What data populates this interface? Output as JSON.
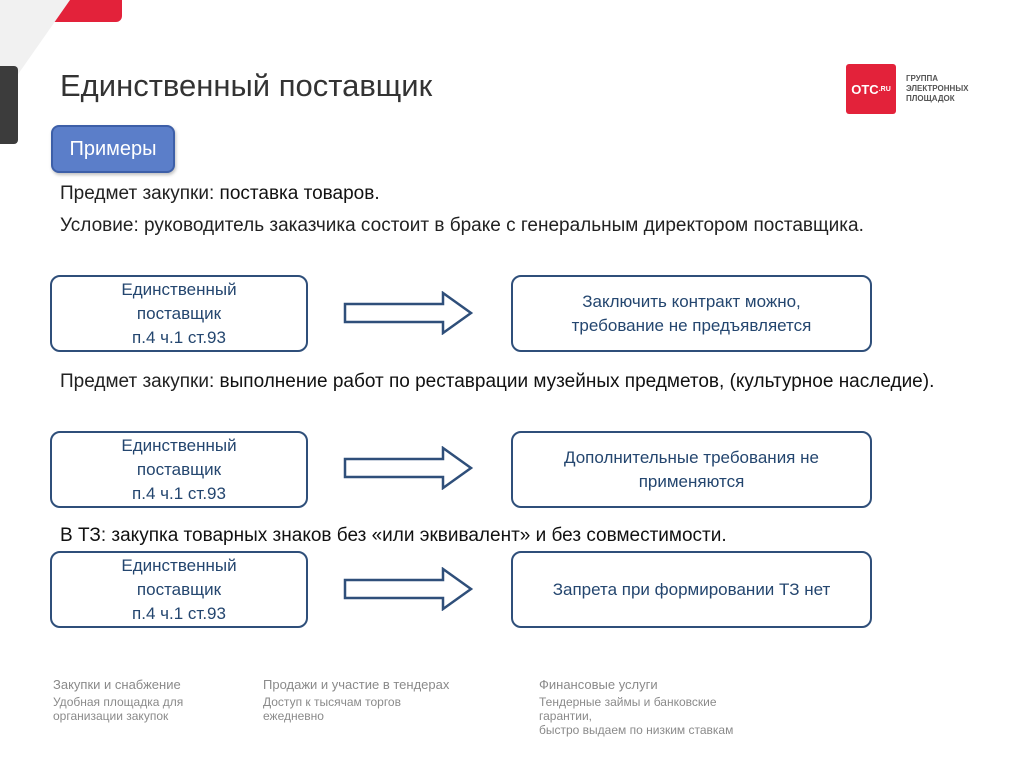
{
  "page": {
    "title": "Единственный поставщик"
  },
  "logo": {
    "mark": "OTC",
    "mark_suffix": ".RU",
    "line1": "ГРУППА",
    "line2": "ЭЛЕКТРОННЫХ",
    "line3": "ПЛОЩАДОК"
  },
  "badge": {
    "label": "Примеры"
  },
  "cases": [
    {
      "desc_label": "Предмет закупки",
      "desc_sep": ": ",
      "desc_text": "поставка товаров.",
      "left_line1": "Единственный",
      "left_line2": "поставщик",
      "left_line3": "п.4 ч.1 ст.93",
      "right_text": "Заключить контракт можно, требование не предъявляется"
    },
    {
      "desc_label": "Предмет закупки",
      "desc_sep": ": ",
      "desc_text": "выполнение работ по реставрации музейных предметов, (культурное наследие).",
      "left_line1": "Единственный",
      "left_line2": "поставщик",
      "left_line3": "п.4 ч.1 ст.93",
      "right_text": "Дополнительные требования не применяются"
    },
    {
      "desc_label": "В ТЗ",
      "desc_sep": ": ",
      "desc_text": "закупка товарных знаков без «или эквивалент» и без совместимости.",
      "left_line1": "Единственный",
      "left_line2": "поставщик",
      "left_line3": "п.4 ч.1 ст.93",
      "right_text": "Запрета при формировании ТЗ нет"
    }
  ],
  "condition": {
    "label": "Условие",
    "sep": ": ",
    "text": "руководитель заказчика состоит в браке с генеральным директором поставщика."
  },
  "footer": [
    {
      "heading": "Закупки и снабжение",
      "line1": "Удобная площадка для",
      "line2": "организации закупок",
      "line3": ""
    },
    {
      "heading": "Продажи и участие в тендерах",
      "line1": "Доступ к тысячам торгов",
      "line2": "ежедневно",
      "line3": ""
    },
    {
      "heading": "Финансовые услуги",
      "line1": "Тендерные займы и банковские",
      "line2": "гарантии,",
      "line3": "быстро выдаем по низким ставкам"
    }
  ],
  "colors": {
    "brand_red": "#e3223a",
    "badge_blue": "#5b7ec9",
    "box_border": "#2f4f7a"
  }
}
